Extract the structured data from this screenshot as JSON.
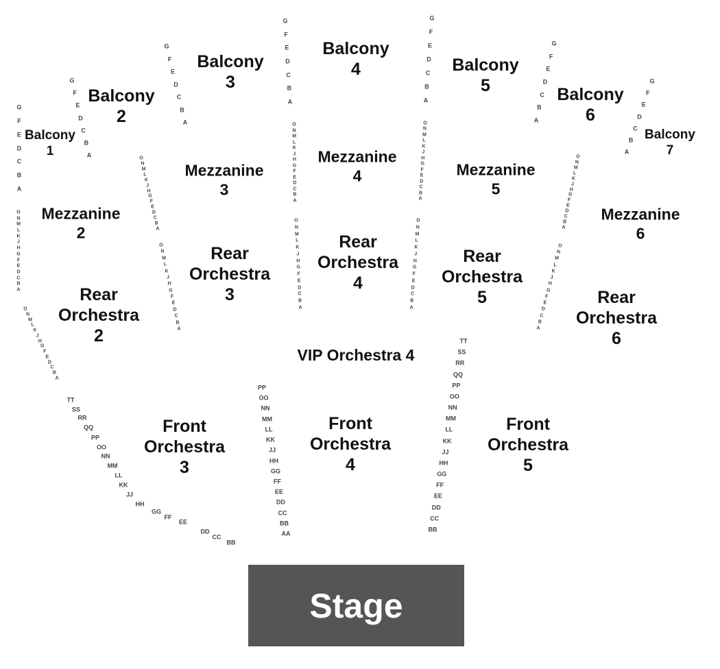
{
  "stage_label": "Stage",
  "colors": {
    "stage": "#555555",
    "stage_text": "#ffffff",
    "section_text": "#111111",
    "row_text": "#444444"
  },
  "sections": [
    {
      "id": "balcony-1",
      "lines": [
        "Balcony",
        "1"
      ]
    },
    {
      "id": "balcony-2",
      "lines": [
        "Balcony",
        "2"
      ]
    },
    {
      "id": "balcony-3",
      "lines": [
        "Balcony",
        "3"
      ]
    },
    {
      "id": "balcony-4",
      "lines": [
        "Balcony",
        "4"
      ]
    },
    {
      "id": "balcony-5",
      "lines": [
        "Balcony",
        "5"
      ]
    },
    {
      "id": "balcony-6",
      "lines": [
        "Balcony",
        "6"
      ]
    },
    {
      "id": "balcony-7",
      "lines": [
        "Balcony",
        "7"
      ]
    },
    {
      "id": "mezzanine-2",
      "lines": [
        "Mezzanine",
        "2"
      ]
    },
    {
      "id": "mezzanine-3",
      "lines": [
        "Mezzanine",
        "3"
      ]
    },
    {
      "id": "mezzanine-4",
      "lines": [
        "Mezzanine",
        "4"
      ]
    },
    {
      "id": "mezzanine-5",
      "lines": [
        "Mezzanine",
        "5"
      ]
    },
    {
      "id": "mezzanine-6",
      "lines": [
        "Mezzanine",
        "6"
      ]
    },
    {
      "id": "rear-orchestra-2",
      "lines": [
        "Rear",
        "Orchestra",
        "2"
      ]
    },
    {
      "id": "rear-orchestra-3",
      "lines": [
        "Rear",
        "Orchestra",
        "3"
      ]
    },
    {
      "id": "rear-orchestra-4",
      "lines": [
        "Rear",
        "Orchestra",
        "4"
      ]
    },
    {
      "id": "rear-orchestra-5",
      "lines": [
        "Rear",
        "Orchestra",
        "5"
      ]
    },
    {
      "id": "rear-orchestra-6",
      "lines": [
        "Rear",
        "Orchestra",
        "6"
      ]
    },
    {
      "id": "vip-orchestra-4",
      "lines": [
        "VIP Orchestra 4"
      ]
    },
    {
      "id": "front-orchestra-3",
      "lines": [
        "Front",
        "Orchestra",
        "3"
      ]
    },
    {
      "id": "front-orchestra-4",
      "lines": [
        "Front",
        "Orchestra",
        "4"
      ]
    },
    {
      "id": "front-orchestra-5",
      "lines": [
        "Front",
        "Orchestra",
        "5"
      ]
    }
  ],
  "row_columns": [
    {
      "id": "balcony-1-rows",
      "rows": [
        "G",
        "F",
        "E",
        "D",
        "C",
        "B",
        "A"
      ]
    },
    {
      "id": "balcony-2-rows",
      "rows": [
        "G",
        "F",
        "E",
        "D",
        "C",
        "B",
        "A"
      ]
    },
    {
      "id": "balcony-3-rows",
      "rows": [
        "G",
        "F",
        "E",
        "D",
        "C",
        "B",
        "A"
      ]
    },
    {
      "id": "balcony-4-rows",
      "rows": [
        "G",
        "F",
        "E",
        "D",
        "C",
        "B",
        "A"
      ]
    },
    {
      "id": "balcony-5-rows",
      "rows": [
        "G",
        "F",
        "E",
        "D",
        "C",
        "B",
        "A"
      ]
    },
    {
      "id": "balcony-6-rows",
      "rows": [
        "G",
        "F",
        "E",
        "D",
        "C",
        "B",
        "A"
      ]
    },
    {
      "id": "balcony-7-rows",
      "rows": [
        "G",
        "F",
        "E",
        "D",
        "C",
        "B",
        "A"
      ]
    },
    {
      "id": "mezzanine-2-rows",
      "rows": [
        "O",
        "N",
        "M",
        "L",
        "K",
        "J",
        "H",
        "G",
        "F",
        "E",
        "D",
        "C",
        "B",
        "A"
      ]
    },
    {
      "id": "mezzanine-3-rows",
      "rows": [
        "O",
        "N",
        "M",
        "L",
        "K",
        "J",
        "H",
        "G",
        "F",
        "E",
        "D",
        "C",
        "B",
        "A"
      ]
    },
    {
      "id": "mezzanine-4-left-rows",
      "rows": [
        "O",
        "N",
        "M",
        "L",
        "K",
        "J",
        "H",
        "G",
        "F",
        "E",
        "D",
        "C",
        "B",
        "A"
      ]
    },
    {
      "id": "mezzanine-4-right-rows",
      "rows": [
        "O",
        "N",
        "M",
        "L",
        "K",
        "J",
        "H",
        "G",
        "F",
        "E",
        "D",
        "C",
        "B",
        "A"
      ]
    },
    {
      "id": "mezzanine-6-rows",
      "rows": [
        "O",
        "N",
        "M",
        "L",
        "K",
        "J",
        "H",
        "G",
        "F",
        "E",
        "D",
        "C",
        "B",
        "A"
      ]
    },
    {
      "id": "rear-orchestra-2-rows",
      "rows": [
        "O",
        "N",
        "M",
        "L",
        "K",
        "J",
        "H",
        "G",
        "F",
        "E",
        "D",
        "C",
        "B",
        "A"
      ]
    },
    {
      "id": "rear-orchestra-3-rows",
      "rows": [
        "O",
        "N",
        "M",
        "L",
        "K",
        "J",
        "H",
        "G",
        "F",
        "E",
        "D",
        "C",
        "B",
        "A"
      ]
    },
    {
      "id": "rear-orchestra-4-left-rows",
      "rows": [
        "O",
        "N",
        "M",
        "L",
        "K",
        "J",
        "H",
        "G",
        "F",
        "E",
        "D",
        "C",
        "B",
        "A"
      ]
    },
    {
      "id": "rear-orchestra-4-right-rows",
      "rows": [
        "O",
        "N",
        "M",
        "L",
        "K",
        "J",
        "H",
        "G",
        "F",
        "E",
        "D",
        "C",
        "B",
        "A"
      ]
    },
    {
      "id": "rear-orchestra-6-rows",
      "rows": [
        "O",
        "N",
        "M",
        "L",
        "K",
        "J",
        "H",
        "G",
        "F",
        "E",
        "D",
        "C",
        "B",
        "A"
      ]
    },
    {
      "id": "front-orchestra-3-rows",
      "rows": [
        "TT",
        "SS",
        "RR",
        "QQ",
        "PP",
        "OO",
        "NN",
        "MM",
        "LL",
        "KK",
        "JJ",
        "HH",
        "GG",
        "FF",
        "EE",
        "DD",
        "CC",
        "BB"
      ]
    },
    {
      "id": "front-orchestra-4-rows",
      "rows": [
        "PP",
        "OO",
        "NN",
        "MM",
        "LL",
        "KK",
        "JJ",
        "HH",
        "GG",
        "FF",
        "EE",
        "DD",
        "CC",
        "BB",
        "AA"
      ]
    },
    {
      "id": "front-orchestra-5-rows",
      "rows": [
        "TT",
        "SS",
        "RR",
        "QQ",
        "PP",
        "OO",
        "NN",
        "MM",
        "LL",
        "KK",
        "JJ",
        "HH",
        "GG",
        "FF",
        "EE",
        "DD",
        "CC",
        "BB"
      ]
    }
  ]
}
